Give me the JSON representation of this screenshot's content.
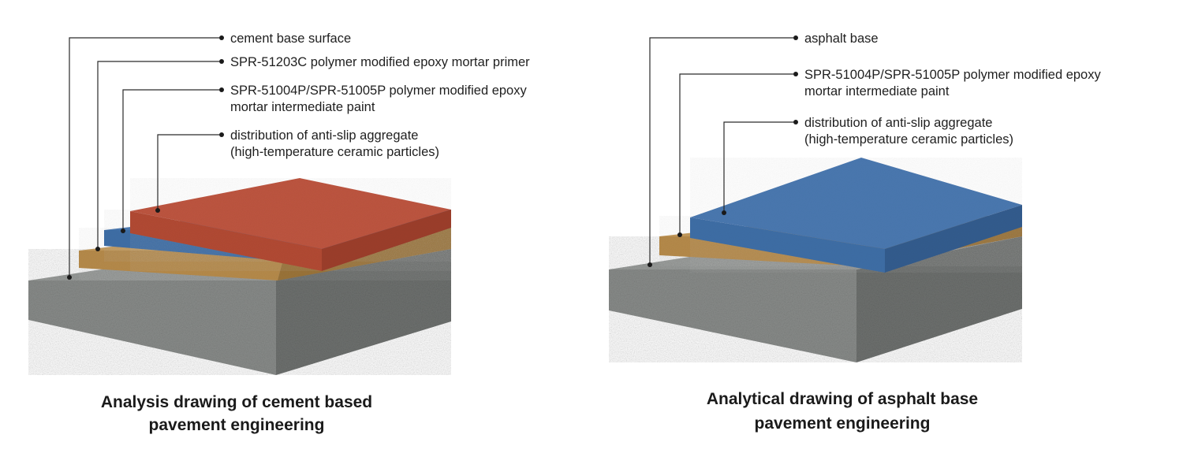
{
  "colors": {
    "concrete": "#8e918f",
    "tan_layer": "#b88a4c",
    "blue_layer": "#3e6da4",
    "red_layer": "#b44b34"
  },
  "left": {
    "labels": [
      "cement base surface",
      "SPR-51203C polymer modified epoxy mortar primer",
      "SPR-51004P/SPR-51005P polymer modified epoxy",
      "mortar intermediate paint",
      "distribution of anti-slip aggregate",
      "(high-temperature ceramic particles)"
    ],
    "title": [
      "Analysis drawing of cement based",
      "pavement engineering"
    ]
  },
  "right": {
    "labels": [
      "asphalt base",
      "SPR-51004P/SPR-51005P polymer modified epoxy",
      "mortar intermediate paint",
      "distribution of anti-slip aggregate",
      "(high-temperature ceramic particles)"
    ],
    "title": [
      "Analytical drawing of asphalt base",
      "pavement engineering"
    ]
  }
}
